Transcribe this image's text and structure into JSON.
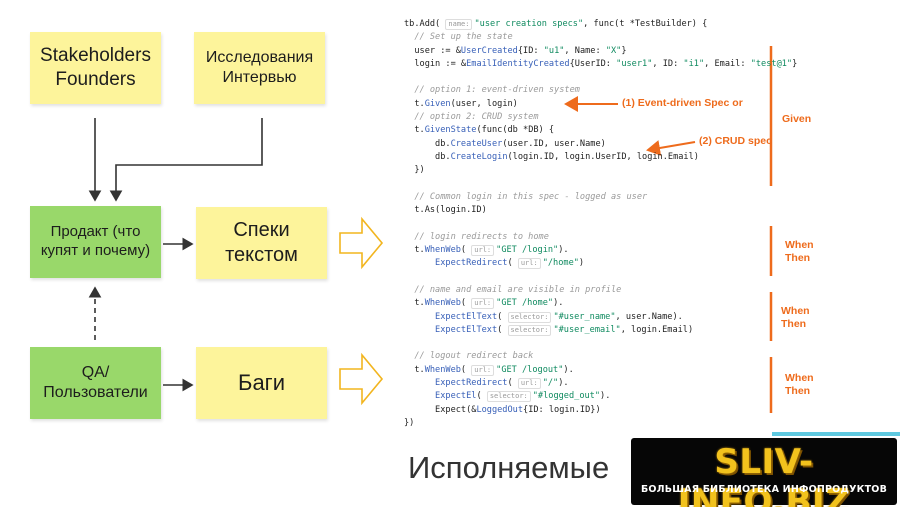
{
  "diagram": {
    "stickies": {
      "stakeholders": "Stakeholders\nFounders",
      "research": "Исследования\nИнтервью",
      "product": "Продакт (что\nкупят и почему)",
      "specs": "Спеки\nтекстом",
      "qa": "QA/\nПользователи",
      "bugs": "Баги"
    }
  },
  "code": {
    "lines": [
      [
        {
          "t": "tb.Add( "
        },
        {
          "tag": "name:"
        },
        {
          "t": "\"user creation specs\"",
          "c": "st"
        },
        {
          "t": ", func(t *TestBuilder) {"
        }
      ],
      [
        {
          "t": "  // Set up the state",
          "c": "cm"
        }
      ],
      [
        {
          "t": "  user := &"
        },
        {
          "t": "UserCreated",
          "c": "fn"
        },
        {
          "t": "{ID: "
        },
        {
          "t": "\"u1\"",
          "c": "st"
        },
        {
          "t": ", Name: "
        },
        {
          "t": "\"X\"",
          "c": "st"
        },
        {
          "t": "}"
        }
      ],
      [
        {
          "t": "  login := &"
        },
        {
          "t": "EmailIdentityCreated",
          "c": "fn"
        },
        {
          "t": "{UserID: "
        },
        {
          "t": "\"user1\"",
          "c": "st"
        },
        {
          "t": ", ID: "
        },
        {
          "t": "\"i1\"",
          "c": "st"
        },
        {
          "t": ", Email: "
        },
        {
          "t": "\"test@1\"",
          "c": "st"
        },
        {
          "t": "}"
        }
      ],
      [
        {
          "t": ""
        }
      ],
      [
        {
          "t": "  // option 1: event-driven system",
          "c": "cm"
        }
      ],
      [
        {
          "t": "  t."
        },
        {
          "t": "Given",
          "c": "fn"
        },
        {
          "t": "(user, login)"
        }
      ],
      [
        {
          "t": "  // option 2: CRUD system",
          "c": "cm"
        }
      ],
      [
        {
          "t": "  t."
        },
        {
          "t": "GivenState",
          "c": "fn"
        },
        {
          "t": "(func(db *DB) {"
        }
      ],
      [
        {
          "t": "      db."
        },
        {
          "t": "CreateUser",
          "c": "fn"
        },
        {
          "t": "(user.ID, user.Name)"
        }
      ],
      [
        {
          "t": "      db."
        },
        {
          "t": "CreateLogin",
          "c": "fn"
        },
        {
          "t": "(login.ID, login.UserID, login.Email)"
        }
      ],
      [
        {
          "t": "  })"
        }
      ],
      [
        {
          "t": ""
        }
      ],
      [
        {
          "t": "  // Common login in this spec - logged as user",
          "c": "cm"
        }
      ],
      [
        {
          "t": "  t.As(login.ID)"
        }
      ],
      [
        {
          "t": ""
        }
      ],
      [
        {
          "t": "  // login redirects to home",
          "c": "cm"
        }
      ],
      [
        {
          "t": "  t."
        },
        {
          "t": "WhenWeb",
          "c": "fn"
        },
        {
          "t": "( "
        },
        {
          "tag": "url:"
        },
        {
          "t": "\"GET /login\"",
          "c": "st"
        },
        {
          "t": ")."
        }
      ],
      [
        {
          "t": "      "
        },
        {
          "t": "ExpectRedirect",
          "c": "fn"
        },
        {
          "t": "( "
        },
        {
          "tag": "url:"
        },
        {
          "t": "\"/home\"",
          "c": "st"
        },
        {
          "t": ")"
        }
      ],
      [
        {
          "t": ""
        }
      ],
      [
        {
          "t": "  // name and email are visible in profile",
          "c": "cm"
        }
      ],
      [
        {
          "t": "  t."
        },
        {
          "t": "WhenWeb",
          "c": "fn"
        },
        {
          "t": "( "
        },
        {
          "tag": "url:"
        },
        {
          "t": "\"GET /home\"",
          "c": "st"
        },
        {
          "t": ")."
        }
      ],
      [
        {
          "t": "      "
        },
        {
          "t": "ExpectElText",
          "c": "fn"
        },
        {
          "t": "( "
        },
        {
          "tag": "selector:"
        },
        {
          "t": "\"#user_name\"",
          "c": "st"
        },
        {
          "t": ", user.Name)."
        }
      ],
      [
        {
          "t": "      "
        },
        {
          "t": "ExpectElText",
          "c": "fn"
        },
        {
          "t": "( "
        },
        {
          "tag": "selector:"
        },
        {
          "t": "\"#user_email\"",
          "c": "st"
        },
        {
          "t": ", login.Email)"
        }
      ],
      [
        {
          "t": ""
        }
      ],
      [
        {
          "t": "  // logout redirect back",
          "c": "cm"
        }
      ],
      [
        {
          "t": "  t."
        },
        {
          "t": "WhenWeb",
          "c": "fn"
        },
        {
          "t": "( "
        },
        {
          "tag": "url:"
        },
        {
          "t": "\"GET /logout\"",
          "c": "st"
        },
        {
          "t": ")."
        }
      ],
      [
        {
          "t": "      "
        },
        {
          "t": "ExpectRedirect",
          "c": "fn"
        },
        {
          "t": "( "
        },
        {
          "tag": "url:"
        },
        {
          "t": "\"/\"",
          "c": "st"
        },
        {
          "t": ")."
        }
      ],
      [
        {
          "t": "      "
        },
        {
          "t": "ExpectEl",
          "c": "fn"
        },
        {
          "t": "( "
        },
        {
          "tag": "selector:"
        },
        {
          "t": "\"#logged_out\"",
          "c": "st"
        },
        {
          "t": ")."
        }
      ],
      [
        {
          "t": "      Expect(&"
        },
        {
          "t": "LoggedOut",
          "c": "fn"
        },
        {
          "t": "{ID: login.ID})"
        }
      ],
      [
        {
          "t": "})"
        }
      ]
    ]
  },
  "annotations": {
    "event_driven": "(1) Event-driven Spec or",
    "crud": "(2) CRUD spec",
    "given": "Given",
    "when_then_1": "When\nThen",
    "when_then_2": "When\nThen",
    "when_then_3": "When\nThen"
  },
  "footer": {
    "title": "Исполняемые"
  },
  "watermark": {
    "main": "SLIV-INFO.BIZ",
    "sub": "БОЛЬШАЯ БИБЛИОТЕКА ИНФОПРОДУКТОВ"
  },
  "colors": {
    "yellow_note": "#fdf49b",
    "green_note": "#99d86a",
    "accent_orange": "#ee6b1c",
    "comment_gray": "#9a9a9a",
    "string_green": "#0f8a5f",
    "func_blue": "#3860b8"
  }
}
